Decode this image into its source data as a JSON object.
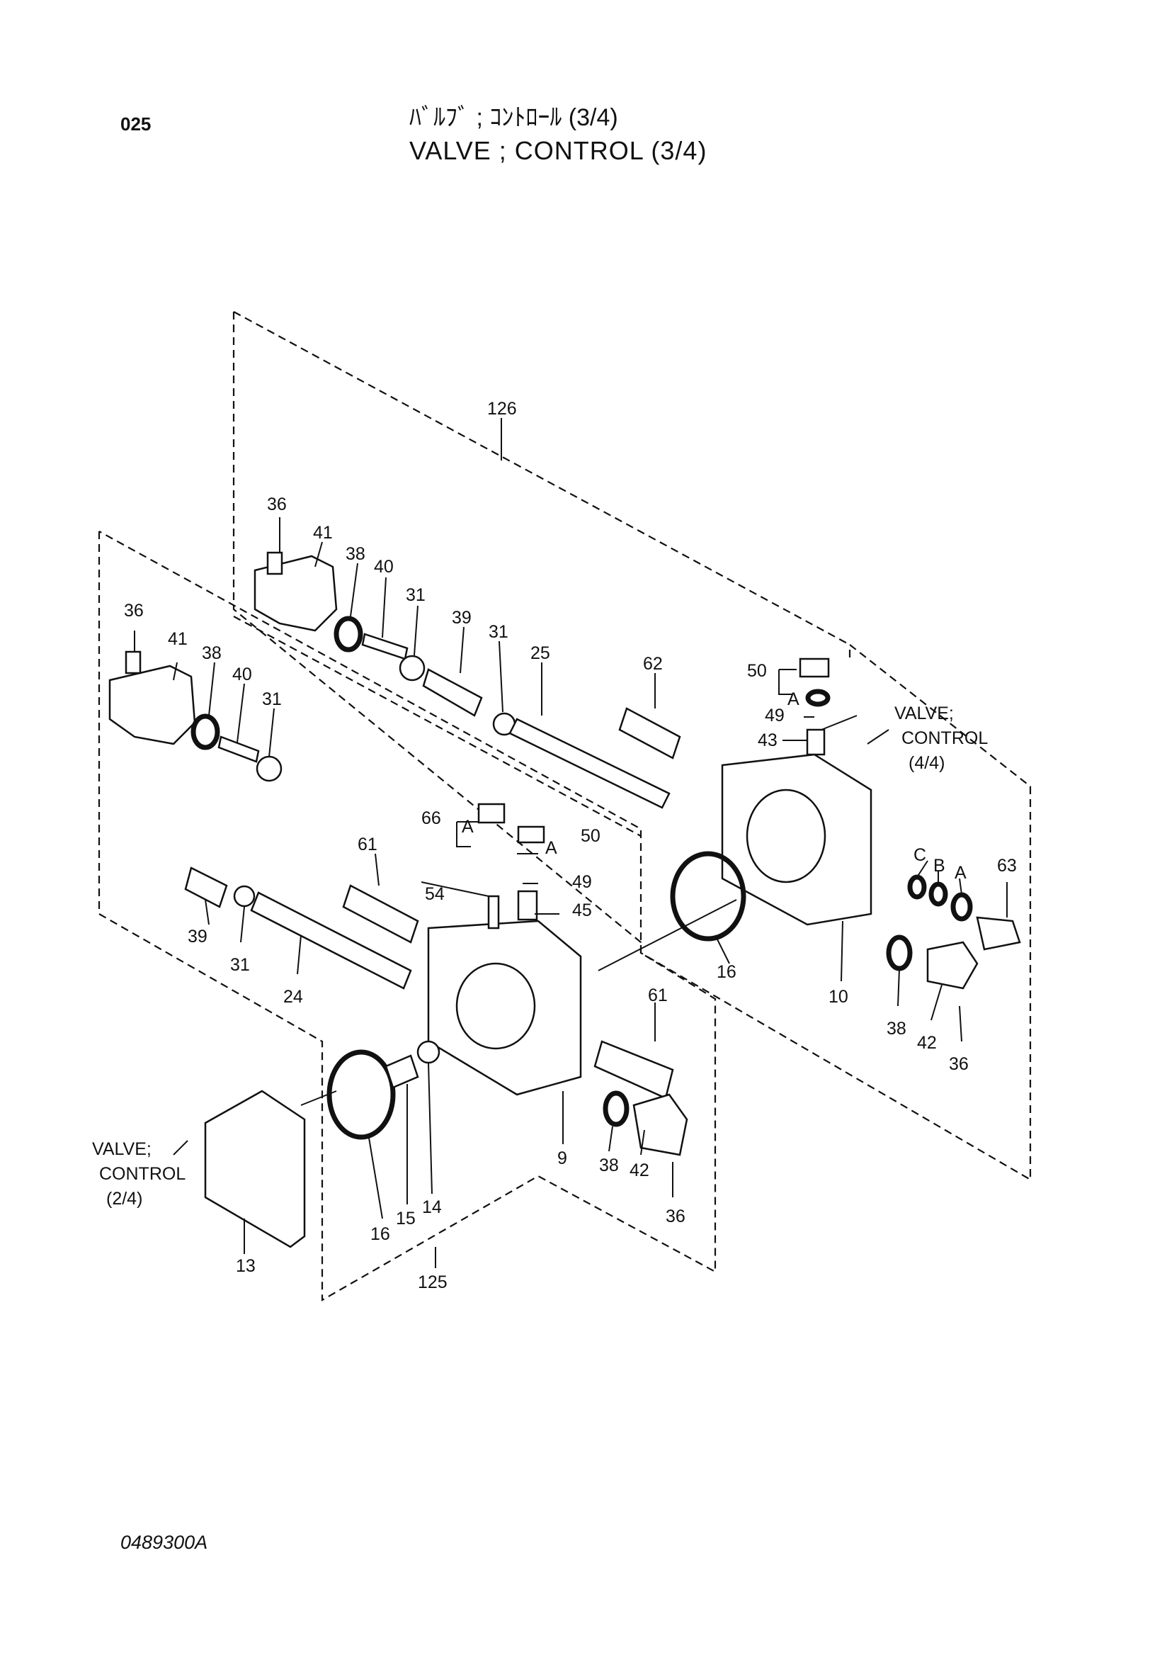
{
  "page": {
    "number": "025",
    "title_jp": "ﾊﾞﾙﾌﾞ ; ｺﾝﾄﾛｰﾙ (3/4)",
    "title_en": "VALVE ; CONTROL (3/4)",
    "drawing_code": "0489300A"
  },
  "refs": {
    "valve4": [
      "VALVE;",
      "CONTROL",
      "(4/4)"
    ],
    "valve2": [
      "VALVE;",
      "CONTROL",
      "(2/4)"
    ]
  },
  "letters": {
    "a": "A",
    "b": "B",
    "c": "C"
  },
  "labels": [
    "126",
    "36",
    "41",
    "38",
    "40",
    "31",
    "39",
    "31",
    "25",
    "62",
    "50",
    "49",
    "43",
    "36",
    "41",
    "38",
    "40",
    "31",
    "66",
    "50",
    "61",
    "49",
    "54",
    "45",
    "39",
    "31",
    "24",
    "63",
    "16",
    "10",
    "38",
    "42",
    "36",
    "61",
    "9",
    "38",
    "42",
    "36",
    "13",
    "16",
    "15",
    "14",
    "125"
  ]
}
